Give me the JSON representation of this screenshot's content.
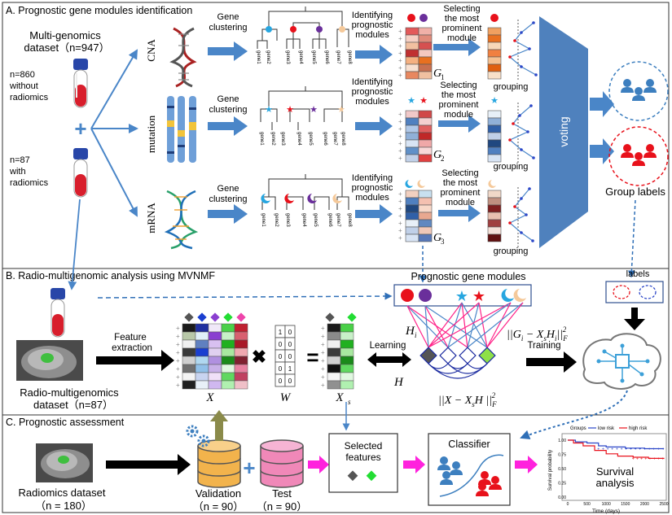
{
  "sectionA": {
    "title": "A. Prognostic gene modules identification",
    "dataset_line1": "Multi-genomics",
    "dataset_line2": "dataset（n=947）",
    "n860_line1": "n=860",
    "n860_line2": "without",
    "n860_line3": "radiomics",
    "n87_line1": "n=87",
    "n87_line2": "with",
    "n87_line3": "radiomics",
    "omics": [
      "CNA",
      "mutation",
      "mRNA"
    ],
    "gene_clustering_line1": "Gene",
    "gene_clustering_line2": "clustering",
    "identifying_line1": "Identifying",
    "identifying_line2": "prognostic",
    "identifying_line3": "modules",
    "selecting_line1": "Selecting",
    "selecting_line2": "the most",
    "selecting_line3": "prominent",
    "selecting_line4": "module",
    "grouping": "grouping",
    "g_labels": [
      "G",
      "G",
      "G"
    ],
    "g_subs": [
      "1",
      "2",
      "3"
    ],
    "genes": [
      "gene1",
      "gene2",
      "gene3",
      "gene4",
      "gene5",
      "gene6",
      "gene7",
      "gene8"
    ],
    "voting": "voting",
    "group_labels": "Group labels"
  },
  "sectionB": {
    "title": "B. Radio-multigenomic analysis using MVNMF",
    "prognostic_gene_modules": "Prognostic gene modules",
    "labels": "labels",
    "feature_line1": "Feature",
    "feature_line2": "extraction",
    "dataset_line1": "Radio-multigenomics",
    "dataset_line2": "dataset（n=87）",
    "X": "X",
    "W": "W",
    "Xs": "X",
    "Xs_sub": "s",
    "learning": "Learning",
    "training": "Training",
    "Hi": "H",
    "Hi_sub": "i",
    "H": "H",
    "formula1": "||G",
    "formula1_b": "i",
    "formula1_c": " − X",
    "formula1_d": "s",
    "formula1_e": "H",
    "formula1_f": "i",
    "formula1_g": "||",
    "formula1_sup": "2",
    "formula1_subF": "F",
    "formula2": "||X − X",
    "formula2_b": "s",
    "formula2_c": "H ||",
    "formula2_sup": "2",
    "formula2_subF": "F",
    "w_matrix": [
      [
        "1",
        "0"
      ],
      [
        "0",
        "0"
      ],
      [
        "0",
        "0"
      ],
      [
        "0",
        "1"
      ],
      [
        "0",
        "0"
      ]
    ]
  },
  "sectionC": {
    "title": "C. Prognostic assessment",
    "radiomics_dataset": "Radiomics dataset",
    "radiomics_n": "（n = 180）",
    "validation": "Validation",
    "validation_n": "（n = 90）",
    "test": "Test",
    "test_n": "（n = 90）",
    "selected_line1": "Selected",
    "selected_line2": "features",
    "classifier": "Classifier",
    "survival_line1": "Survival",
    "survival_line2": "analysis",
    "km_legend_groups": "Groups",
    "km_legend_low": "low risk",
    "km_legend_high": "high risk",
    "km_ylabel": "Survival probability",
    "km_xlabel": "Time (days)",
    "km_yticks": [
      "1.00",
      "0.75",
      "0.50",
      "0.25",
      "0.00"
    ],
    "km_xticks": [
      "0",
      "500",
      "1000",
      "1500",
      "2000",
      "2500"
    ]
  },
  "colors": {
    "arrow_blue": "#4a86c8",
    "voting_blue": "#4f81bd",
    "red": "#e8111b",
    "purple": "#6a2f9b",
    "star_blue": "#27a6e0",
    "magenta": "#ff22dd"
  }
}
